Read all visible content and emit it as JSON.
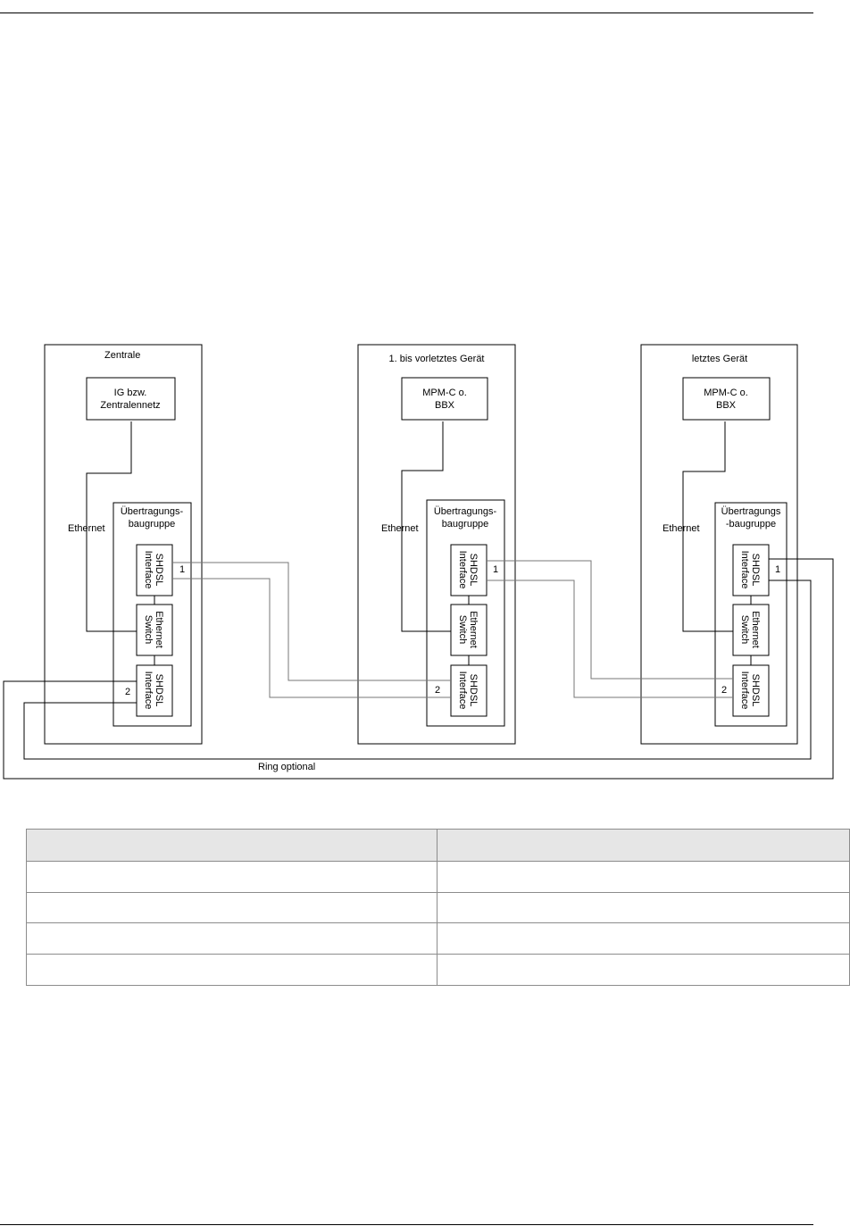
{
  "diagram": {
    "zentrale": {
      "title": "Zentrale",
      "top_box": [
        "IG bzw.",
        "Zentralennetz"
      ],
      "ethernet_label": "Ethernet",
      "module": [
        "Übertragungs-",
        "baugruppe"
      ],
      "shdsl_top": [
        "SHDSL",
        "Interface"
      ],
      "switch": [
        "Ethernet",
        "Switch"
      ],
      "shdsl_bottom": [
        "SHDSL",
        "Interface"
      ],
      "port1": "1",
      "port2": "2"
    },
    "middle": {
      "title": "1. bis vorletztes Gerät",
      "top_box": [
        "MPM-C o.",
        "BBX"
      ],
      "ethernet_label": "Ethernet",
      "module": [
        "Übertragungs-",
        "baugruppe"
      ],
      "shdsl_top": [
        "SHDSL",
        "Interface"
      ],
      "switch": [
        "Ethernet",
        "Switch"
      ],
      "shdsl_bottom": [
        "SHDSL",
        "Interface"
      ],
      "port1": "1",
      "port2": "2"
    },
    "last": {
      "title": "letztes Gerät",
      "top_box": [
        "MPM-C o.",
        "BBX"
      ],
      "ethernet_label": "Ethernet",
      "module": [
        "Übertragungs",
        "-baugruppe"
      ],
      "shdsl_top": [
        "SHDSL",
        "Interface"
      ],
      "switch": [
        "Ethernet",
        "Switch"
      ],
      "shdsl_bottom": [
        "SHDSL",
        "Interface"
      ],
      "port1": "1",
      "port2": "2"
    },
    "ring_label": "Ring optional"
  },
  "table": {
    "header": [
      "",
      ""
    ],
    "rows": [
      [
        "",
        ""
      ],
      [
        "",
        ""
      ],
      [
        "",
        ""
      ],
      [
        "",
        ""
      ]
    ]
  }
}
